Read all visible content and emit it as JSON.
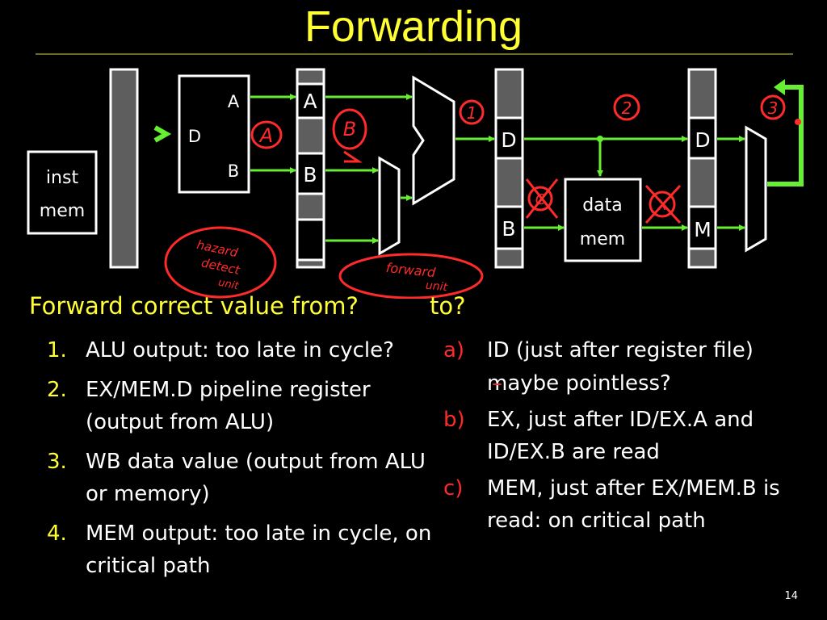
{
  "title": "Forwarding",
  "diagram": {
    "inst_mem": [
      "inst",
      "mem"
    ],
    "regfile": {
      "a": "A",
      "d": "D",
      "b": "B"
    },
    "id_ex": {
      "a": "A",
      "b": "B"
    },
    "ex_mem": {
      "d": "D",
      "b": "B"
    },
    "data_mem": [
      "data",
      "mem"
    ],
    "mem_wb": {
      "d": "D",
      "m": "M"
    },
    "annotations": {
      "circle_1": "1",
      "circle_2": "2",
      "circle_3": "3",
      "letter_a": "A",
      "letter_b": "B",
      "letter_c": "C",
      "x_mark": "X",
      "hazard": [
        "hazard",
        "detect",
        "unit"
      ],
      "forward": [
        "forward",
        "unit"
      ]
    },
    "colors": {
      "wire": "#66ee33",
      "ink": "#ff2a2a",
      "accent": "#ffff33"
    }
  },
  "question": {
    "from": "Forward correct value from?",
    "to": "to?"
  },
  "sources": [
    {
      "num": "1.",
      "text": "ALU output: too late in cycle?"
    },
    {
      "num": "2.",
      "text": "EX/MEM.D pipeline register (output from ALU)"
    },
    {
      "num": "3.",
      "text": "WB data value (output from ALU or memory)"
    },
    {
      "num": "4.",
      "text": "MEM output: too late in cycle, on critical path"
    }
  ],
  "destinations": [
    {
      "num": "a)",
      "text": "ID (just after register file)",
      "sub": {
        "dash": "–",
        "text": "maybe pointless?"
      }
    },
    {
      "num": "b)",
      "text": "EX, just after ID/EX.A and ID/EX.B are read"
    },
    {
      "num": "c)",
      "text": "MEM, just after EX/MEM.B is read: on critical path"
    }
  ],
  "page_number": "14"
}
